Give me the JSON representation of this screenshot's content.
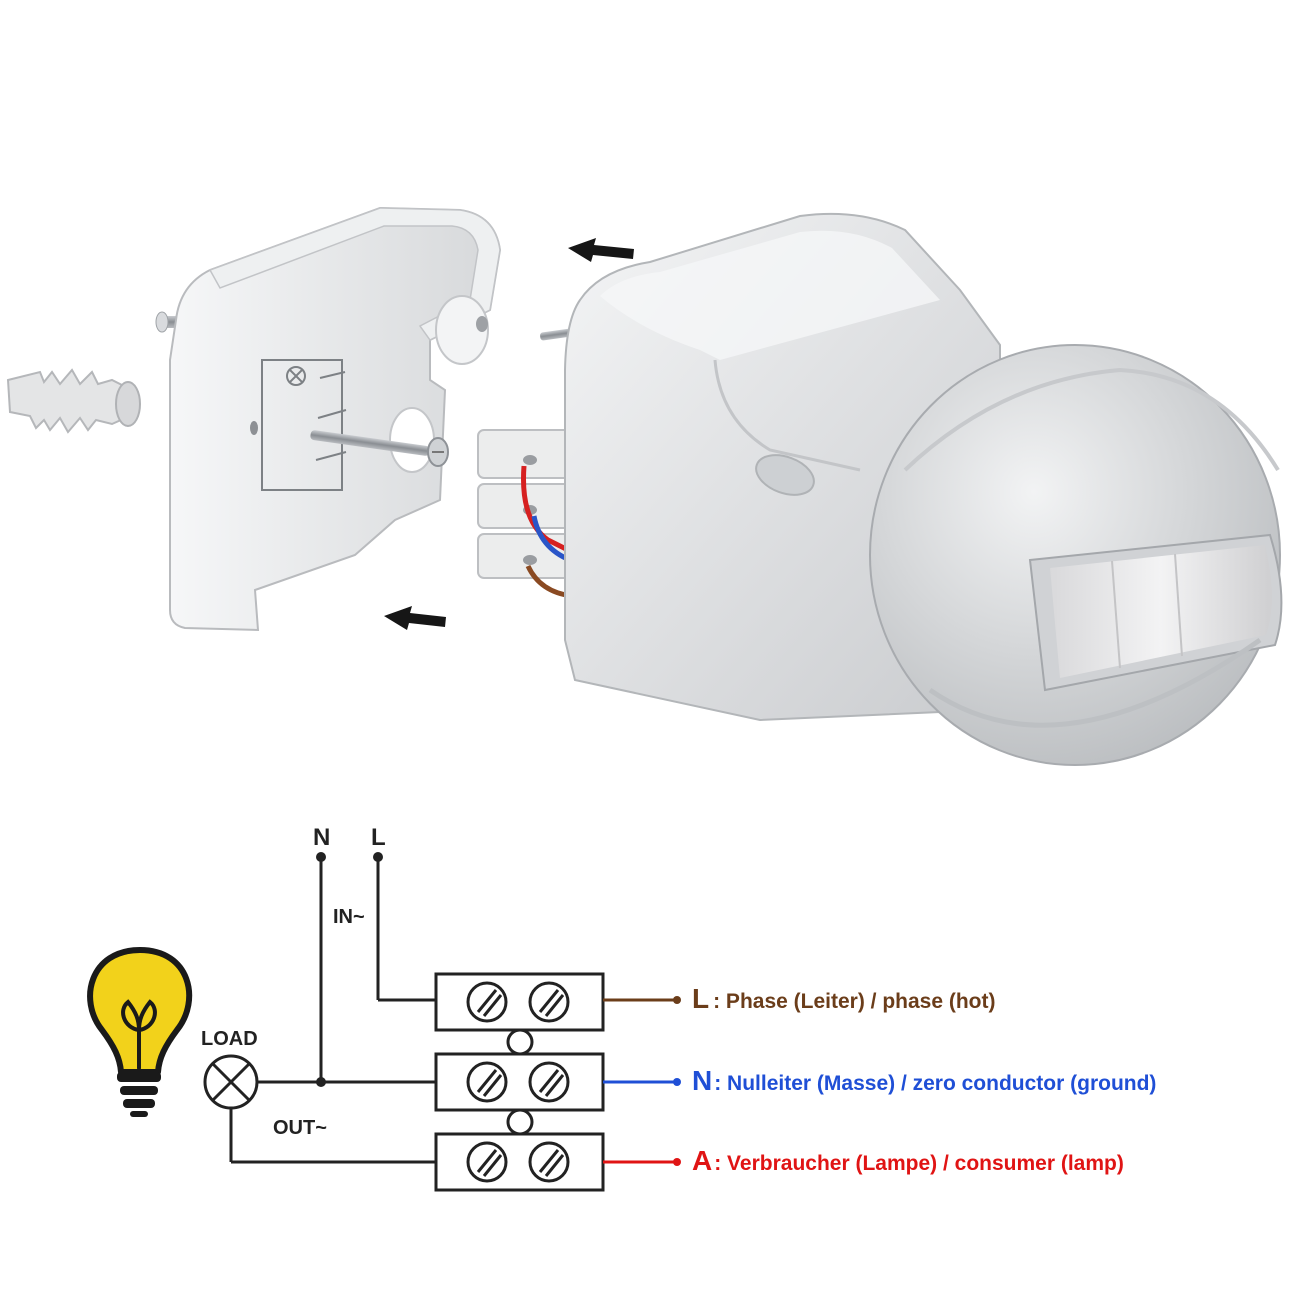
{
  "colors": {
    "phase": "#6b3d1a",
    "neutral": "#1f4fd6",
    "output": "#e01414",
    "bulb": "#f2d21b",
    "ink": "#222222",
    "housing": "#e6e7e8"
  },
  "supply": {
    "n_label": "N",
    "l_label": "L",
    "input_label": "IN~"
  },
  "load": {
    "label": "LOAD",
    "output_label": "OUT~"
  },
  "legend": [
    {
      "letter": "L",
      "description": ": Phase (Leiter) / phase (hot)",
      "color": "#6b3d1a"
    },
    {
      "letter": "N",
      "description": ": Nulleiter (Masse) / zero  conductor (ground)",
      "color": "#1f4fd6"
    },
    {
      "letter": "A",
      "description": ": Verbraucher (Lampe) / consumer (lamp)",
      "color": "#e01414"
    }
  ],
  "icons": {
    "bulb": "lightbulb-icon",
    "lamp": "lamp-symbol-icon",
    "arrow": "arrow-left-icon",
    "screw": "screw-icon",
    "wall_plug": "wall-plug-icon"
  }
}
